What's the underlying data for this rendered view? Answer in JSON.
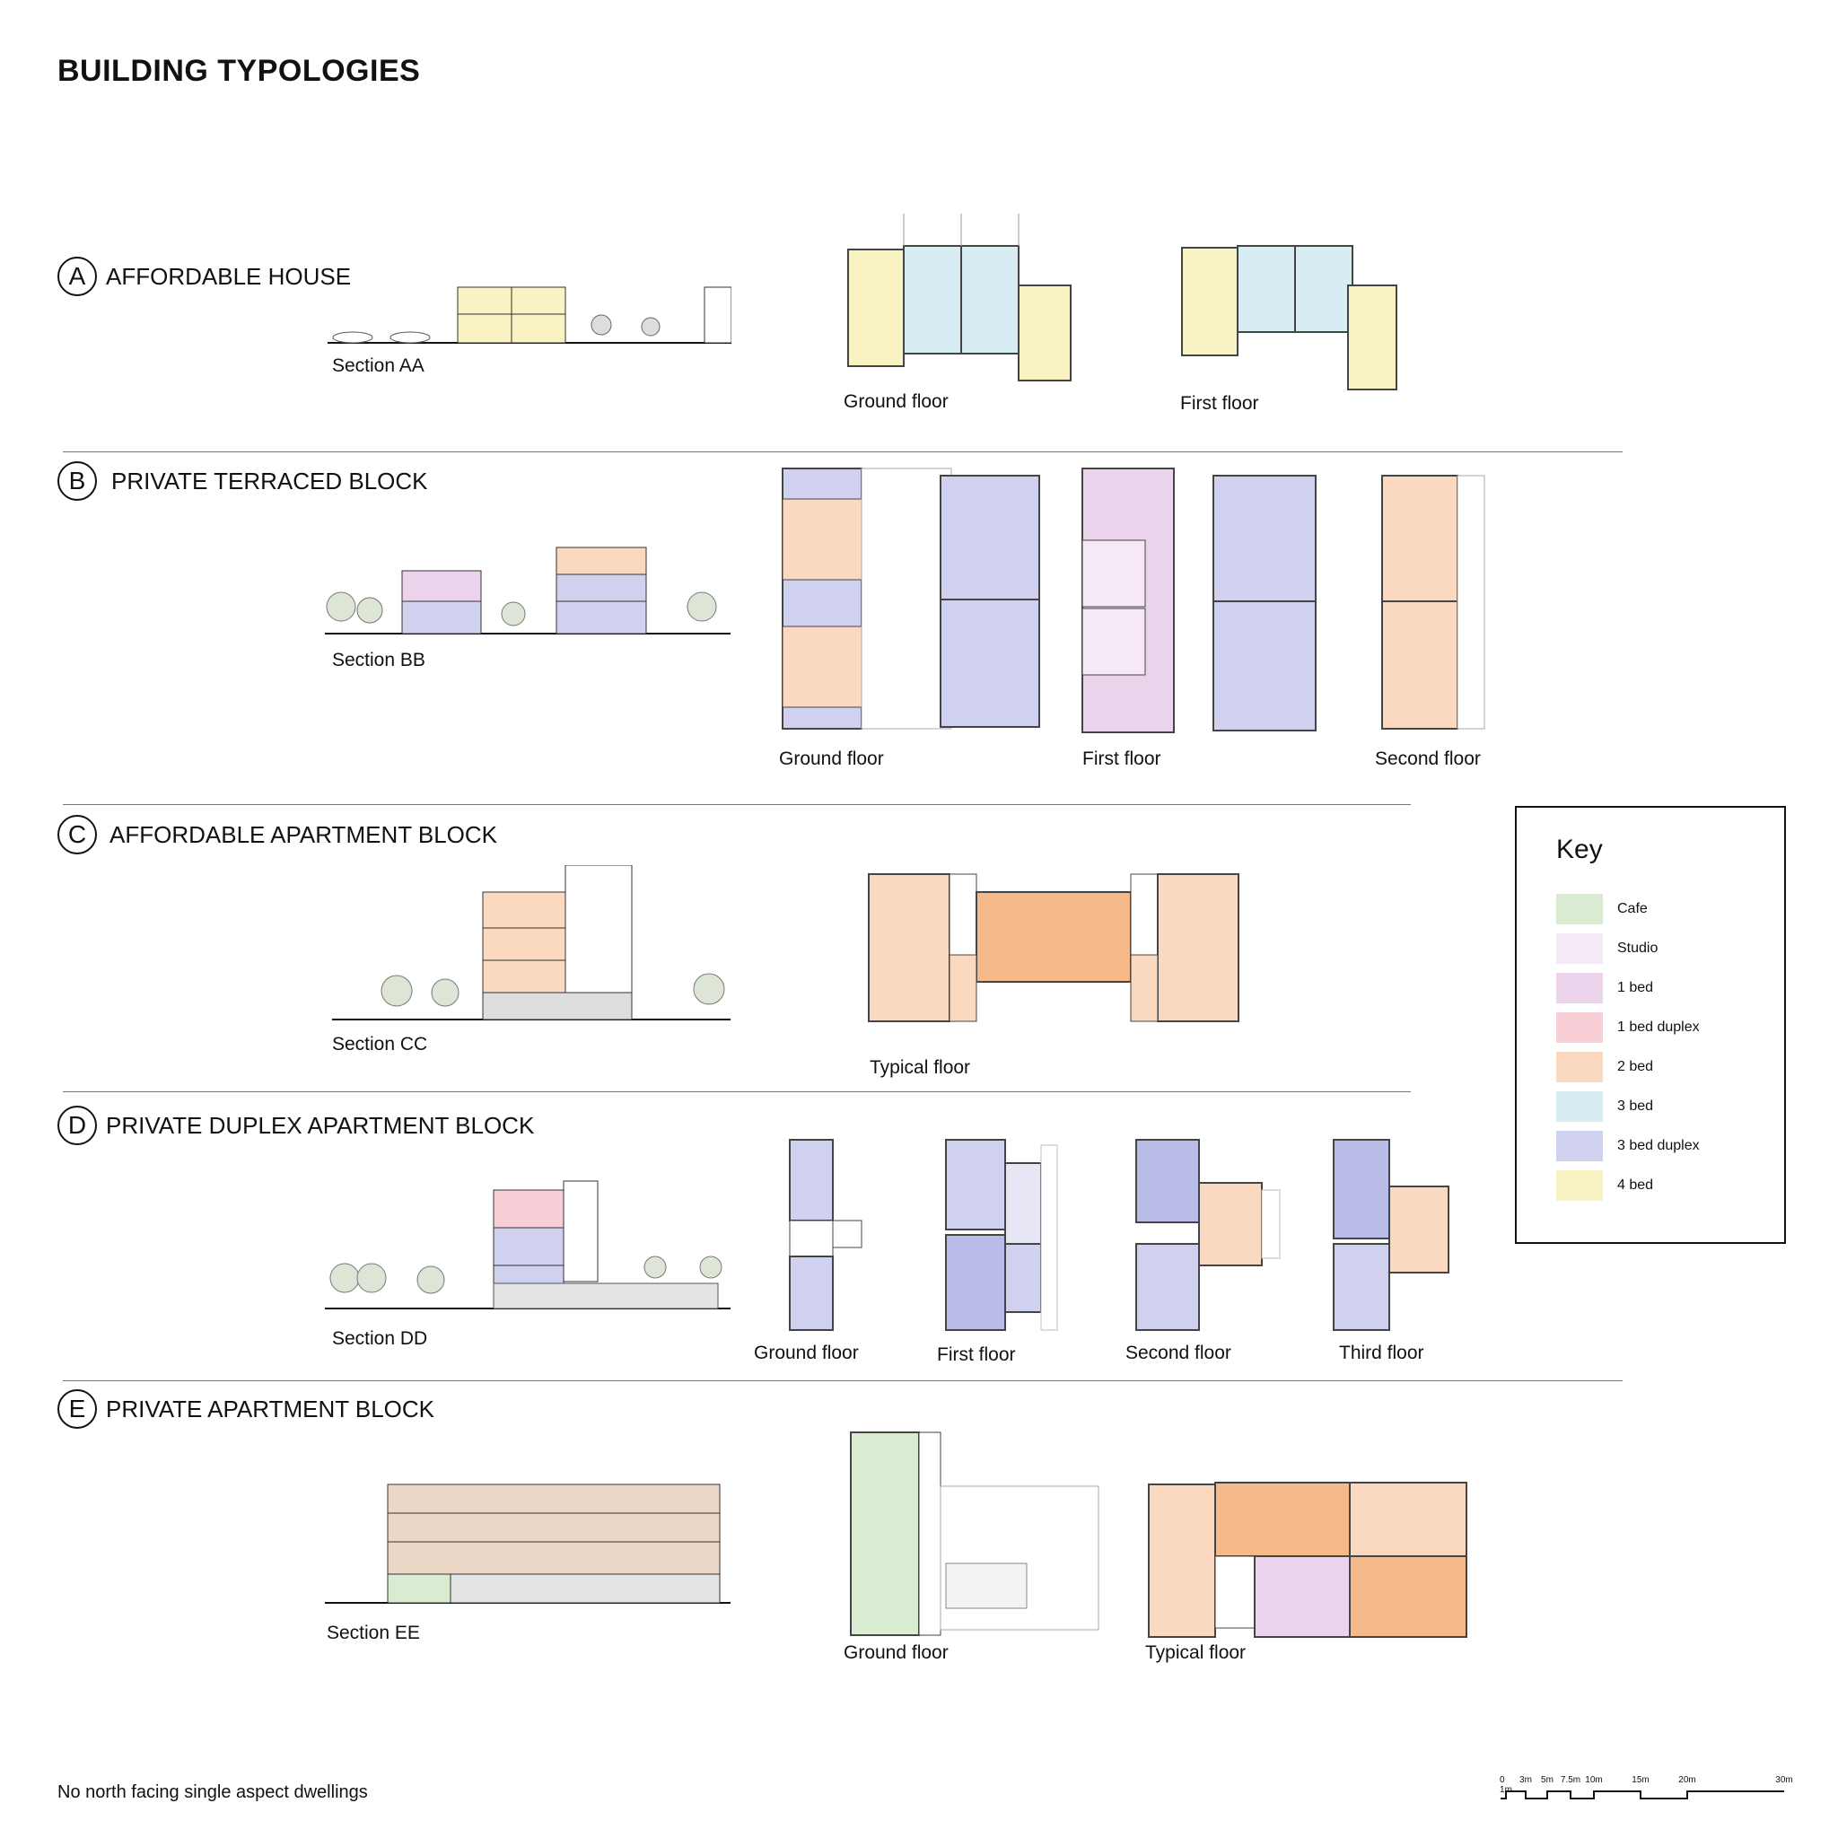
{
  "page_title": "BUILDING TYPOLOGIES",
  "typologies": [
    {
      "letter": "A",
      "title": "AFFORDABLE HOUSE",
      "captions": [
        "Section AA",
        "Ground floor",
        "First floor"
      ]
    },
    {
      "letter": "B",
      "title": "PRIVATE TERRACED BLOCK",
      "captions": [
        "Section BB",
        "Ground floor",
        "First floor",
        "Second floor"
      ]
    },
    {
      "letter": "C",
      "title": "AFFORDABLE APARTMENT BLOCK",
      "captions": [
        "Section CC",
        "Typical floor"
      ]
    },
    {
      "letter": "D",
      "title": "PRIVATE DUPLEX APARTMENT BLOCK",
      "captions": [
        "Section DD",
        "Ground floor",
        "First floor",
        "Second floor",
        "Third floor"
      ]
    },
    {
      "letter": "E",
      "title": "PRIVATE APARTMENT BLOCK",
      "captions": [
        "Section EE",
        "Ground floor",
        "Typical floor"
      ]
    }
  ],
  "legend": {
    "title": "Key",
    "items": [
      {
        "label": "Cafe",
        "color": "#d9ecd2"
      },
      {
        "label": "Studio",
        "color": "#f4e9f4"
      },
      {
        "label": "1 bed",
        "color": "#ecd3ec"
      },
      {
        "label": "1 bed duplex",
        "color": "#f8cfd6"
      },
      {
        "label": "2 bed",
        "color": "#fbd9c1"
      },
      {
        "label": "3 bed",
        "color": "#d7edf3"
      },
      {
        "label": "3 bed duplex",
        "color": "#cfd1ee"
      },
      {
        "label": "4 bed",
        "color": "#f9f2c2"
      }
    ]
  },
  "footnote": "No north facing single aspect dwellings",
  "scale_bar": {
    "ticks": [
      "0 1m",
      "3m",
      "5m",
      "7.5m",
      "10m",
      "15m",
      "20m",
      "30m"
    ]
  }
}
